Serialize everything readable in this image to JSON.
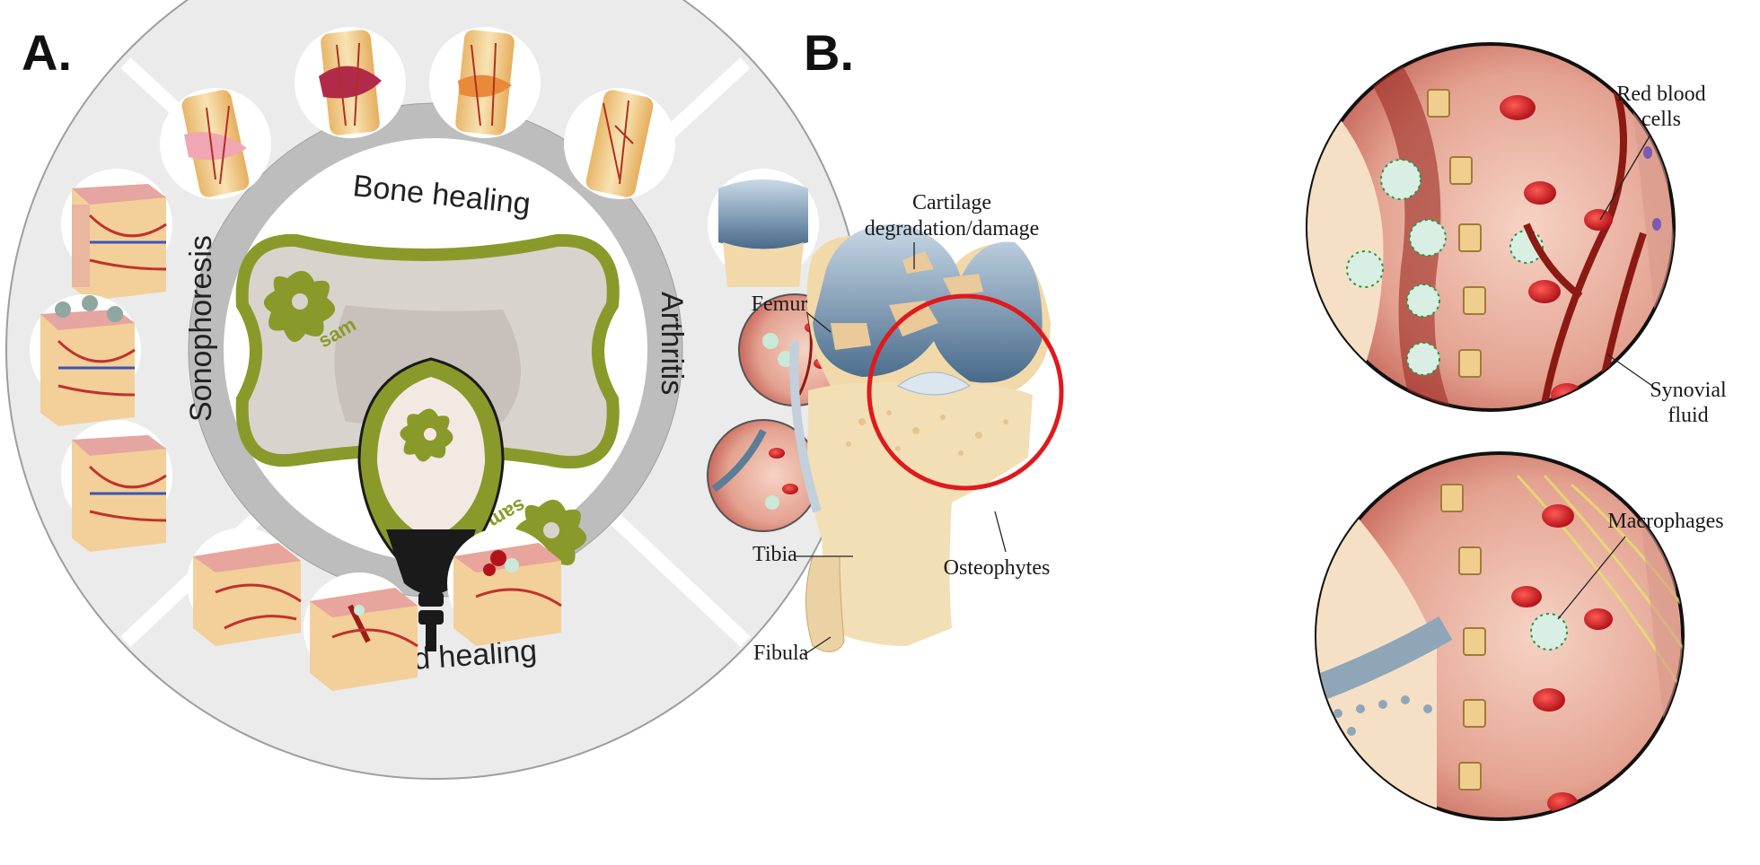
{
  "panel_a": {
    "letter": "A.",
    "ring_labels": {
      "bone_healing": "Bone healing",
      "sonophoresis": "Sonophoresis",
      "arthritis": "Arthritis",
      "wound_healing": "Wound healing"
    },
    "device_logo": {
      "top": "sam",
      "bottom": "sam"
    }
  },
  "panel_b": {
    "letter": "B.",
    "labels": {
      "cartilage_line1": "Cartilage",
      "cartilage_line2": "degradation/damage",
      "femur": "Femur",
      "tibia": "Tibia",
      "fibula": "Fibula",
      "osteophytes": "Osteophytes",
      "red_blood_line1": "Red blood",
      "red_blood_line2": "cells",
      "synovial_line1": "Synovial",
      "synovial_line2": "fluid",
      "macrophages": "Macrophages"
    }
  },
  "colors": {
    "ring_outer": "#ececec",
    "ring_inner": "#bdbdbd",
    "device_green": "#8a9a2a",
    "device_pad": "#d8d2cc",
    "cartilage_blue": "#9fb6cc",
    "bone_tan": "#f1d9a9",
    "highlight_red": "#e0191d",
    "blood_red": "#c4181c",
    "tissue_pink": "#e9b3a3"
  }
}
